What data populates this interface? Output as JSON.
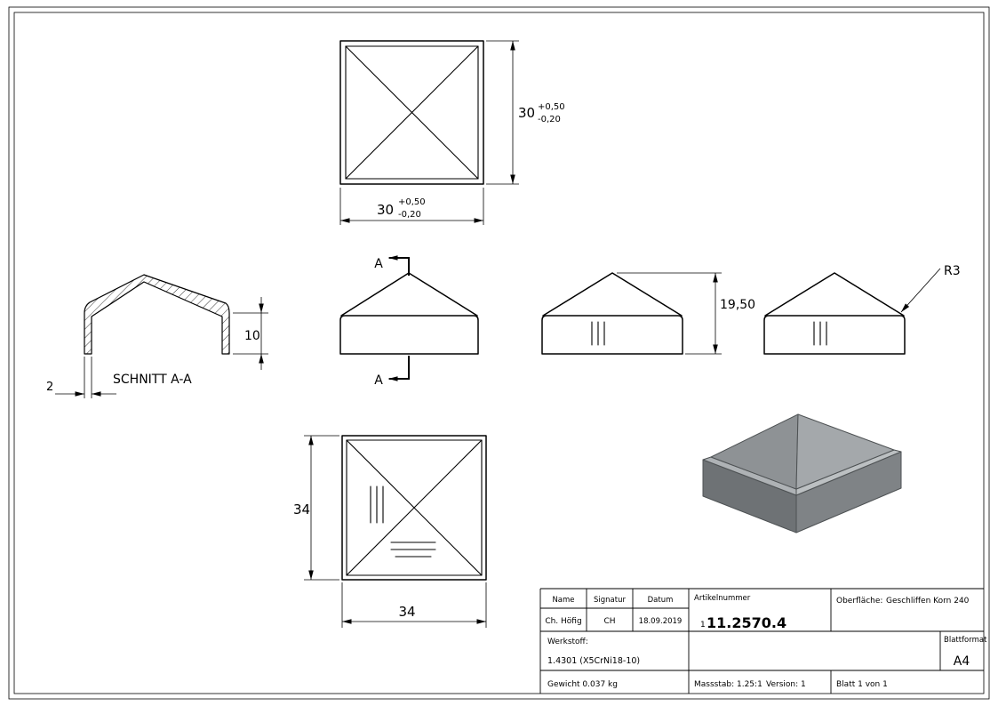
{
  "colors": {
    "iso_pyramid_left": "#8e9295",
    "iso_pyramid_right": "#a4a8ab",
    "iso_lip_left": "#aeb2b5",
    "iso_lip_right": "#bcc0c2",
    "iso_rim_left": "#6e7275",
    "iso_rim_right": "#7f8386",
    "iso_edge": "#4e5254"
  },
  "top_view": {
    "dim_right": "30",
    "dim_right_tol_plus": "+0,50",
    "dim_right_tol_minus": "-0,20",
    "dim_bottom": "30",
    "dim_bottom_tol_plus": "+0,50",
    "dim_bottom_tol_minus": "-0,20"
  },
  "section_view": {
    "label": "SCHNITT A-A",
    "dim_height": "10",
    "dim_wall": "2"
  },
  "front_view": {
    "section_label_top": "A",
    "section_label_bottom": "A"
  },
  "side_view": {
    "dim_height": "19,50"
  },
  "radius_view": {
    "label": "R3"
  },
  "bottom_view": {
    "dim_left": "34",
    "dim_bottom": "34"
  },
  "title_block": {
    "name_header": "Name",
    "signatur_header": "Signatur",
    "datum_header": "Datum",
    "artikelnummer_header": "Artikelnummer",
    "oberflaeche_label": "Oberfläche:",
    "oberflaeche_value": "Geschliffen Korn 240",
    "name_value": "Ch. Höfig",
    "signatur_value": "CH",
    "datum_value": "18.09.2019",
    "artikelnummer_small": "1",
    "artikelnummer_value": "11.2570.4",
    "werkstoff_label": "Werkstoff:",
    "werkstoff_value": "1.4301 (X5CrNi18-10)",
    "blattformat_label": "Blattformat",
    "blattformat_value": "A4",
    "gewicht": "Gewicht 0.037 kg",
    "massstab": "Massstab: 1.25:1",
    "version": "Version: 1",
    "blatt": "Blatt 1 von 1"
  }
}
